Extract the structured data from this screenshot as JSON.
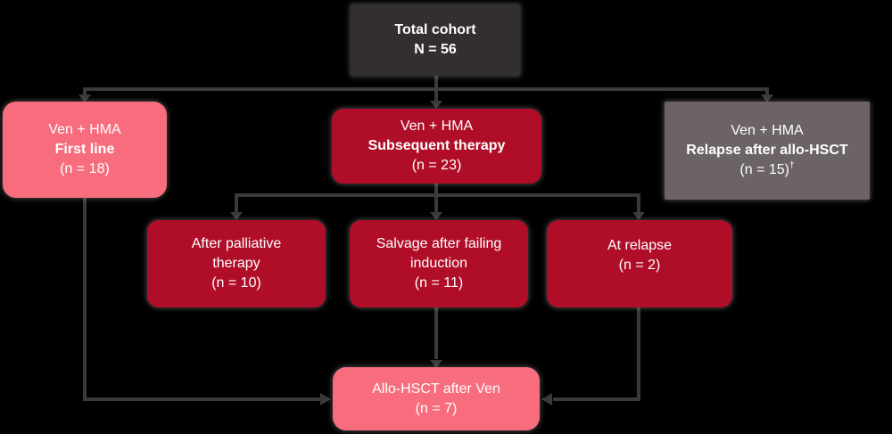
{
  "colors": {
    "bg": "#000000",
    "dark": "#332e30",
    "pink": "#f76d7d",
    "red": "#b00e28",
    "gray": "#6b6365",
    "line": "#3a3a3a",
    "text": "#ffffff"
  },
  "nodes": {
    "total_cohort": {
      "lines": [
        "Total cohort",
        "N = 56"
      ]
    },
    "first_line": {
      "lines": [
        "Ven + HMA",
        "First line",
        "(n = 18)"
      ]
    },
    "subsequent_therapy": {
      "lines": [
        "Ven + HMA",
        "Subsequent therapy",
        "(n = 23)"
      ]
    },
    "relapse_after_allo_hsct": {
      "lines": [
        "Ven + HMA",
        "Relapse after allo-HSCT",
        "(n = 15)"
      ],
      "superscript": "†"
    },
    "after_palliative_therapy": {
      "lines": [
        "After palliative",
        "therapy",
        "(n = 10)"
      ]
    },
    "salvage_after_failing_induction": {
      "lines": [
        "Salvage after failing",
        "induction",
        "(n = 11)"
      ]
    },
    "at_relapse": {
      "lines": [
        "At relapse",
        "(n = 2)"
      ]
    },
    "allo_hsct_after_ven": {
      "lines": [
        "Allo-HSCT after Ven",
        "(n = 7)"
      ]
    }
  }
}
